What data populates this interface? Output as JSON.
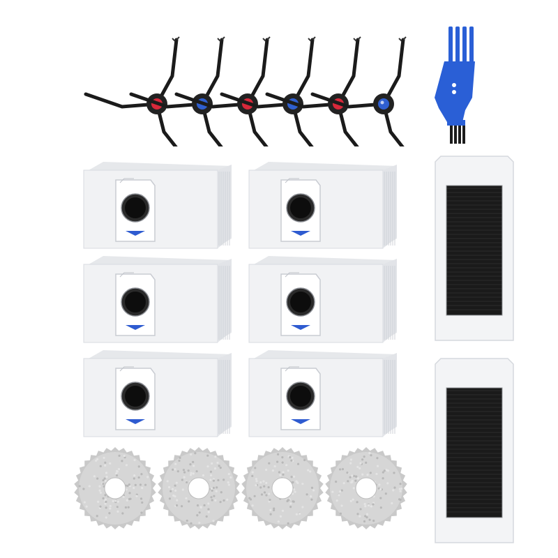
{
  "product": {
    "side_brushes": [
      {
        "hub_color": "#d8283a"
      },
      {
        "hub_color": "#2f5fd0"
      },
      {
        "hub_color": "#d8283a"
      },
      {
        "hub_color": "#2f5fd0"
      },
      {
        "hub_color": "#d8283a"
      },
      {
        "hub_color": "#2f5fd0"
      }
    ],
    "cleaning_tool": {
      "color": "#2a5fd6"
    },
    "dust_bags": {
      "count": 6,
      "body_color": "#f1f2f4",
      "accent_color": "#2e5bd0"
    },
    "hepa_filters": {
      "count": 2,
      "frame_color": "#f3f4f6",
      "media_color": "#1a1a1a"
    },
    "mop_pads": {
      "count": 4,
      "color": "#c9c9c9"
    }
  }
}
